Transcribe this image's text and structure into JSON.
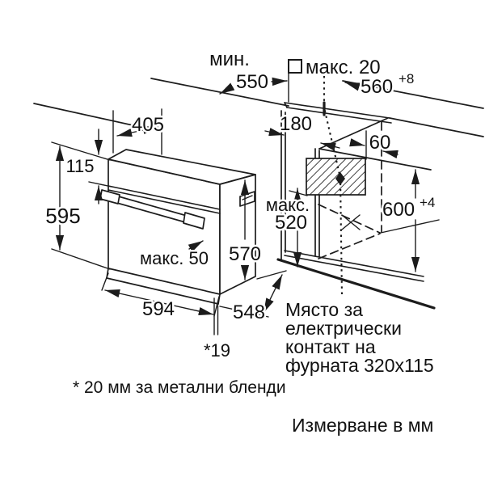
{
  "diagram_title": "Built-in oven installation drawing",
  "dims": {
    "worktop_depth": {
      "label": "мин.",
      "value": "550"
    },
    "conduit": {
      "label": "макс. 20"
    },
    "niche_width": {
      "value": "560",
      "tol": "+8"
    },
    "oven_top_depth": {
      "value": "405"
    },
    "panel_height": {
      "value": "115"
    },
    "oven_height": {
      "value": "595"
    },
    "rear_gap": {
      "value": "180"
    },
    "outlet_offset": {
      "value": "60"
    },
    "niche_height": {
      "value": "600",
      "tol": "+4"
    },
    "outlet_max_height": {
      "label": "макс.",
      "value": "520"
    },
    "body_depth": {
      "value": "570"
    },
    "handle_max": {
      "label": "макс. 50"
    },
    "oven_width": {
      "value": "594"
    },
    "oven_depth": {
      "value": "548"
    },
    "door_offset": {
      "value": "*19"
    }
  },
  "notes": {
    "contact_line1": "Място за",
    "contact_line2": "електрически",
    "contact_line3": "контакт на",
    "contact_line4": "фурната 320x115",
    "trim_note": "* 20 мм за метални бленди",
    "units_note": "Измерване в мм"
  },
  "colors": {
    "line": "#1c1c1c",
    "background": "#ffffff"
  }
}
